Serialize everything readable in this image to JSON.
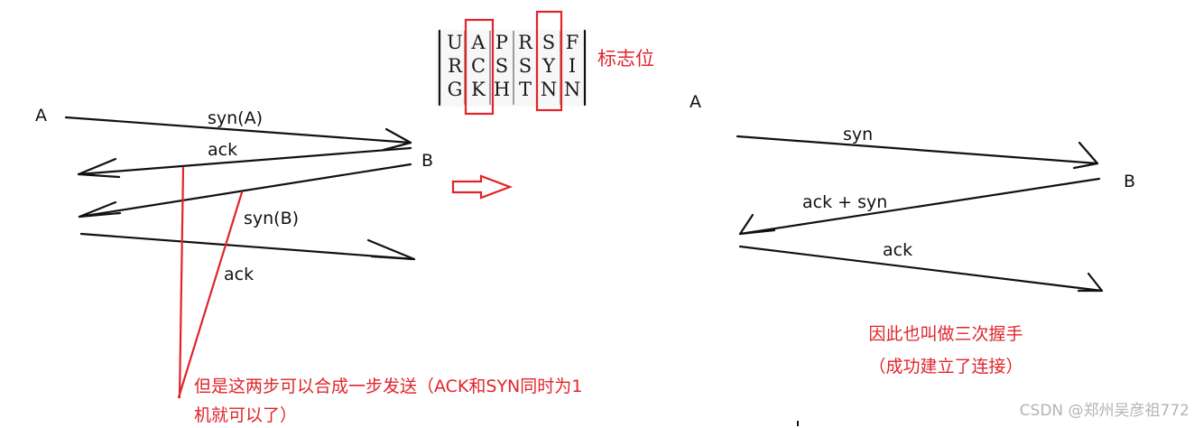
{
  "flags_table": {
    "columns": [
      [
        "U",
        "R",
        "G"
      ],
      [
        "A",
        "C",
        "K"
      ],
      [
        "P",
        "S",
        "H"
      ],
      [
        "R",
        "S",
        "T"
      ],
      [
        "S",
        "Y",
        "N"
      ],
      [
        "F",
        "I",
        "N"
      ]
    ],
    "highlighted": [
      "ACK",
      "SYN"
    ],
    "caption": "标志位"
  },
  "left_diagram": {
    "node_a": "A",
    "node_b": "B",
    "msg_syn_a": "syn(A)",
    "msg_ack_1": "ack",
    "msg_syn_b": "syn(B)",
    "msg_ack_2": "ack",
    "note_line1": "但是这两步可以合成一步发送（ACK和SYN同时为1",
    "note_line2": "机就可以了）"
  },
  "right_diagram": {
    "node_a": "A",
    "node_b": "B",
    "msg_syn": "syn",
    "msg_ack_syn": "ack + syn",
    "msg_ack": "ack",
    "caption_line1": "因此也叫做三次握手",
    "caption_line2": "（成功建立了连接）"
  },
  "watermark": "CSDN @郑州吴彦祖772",
  "colors": {
    "accent": "#e0242a",
    "ink": "#111111",
    "watermark": "#b4b4b4"
  }
}
